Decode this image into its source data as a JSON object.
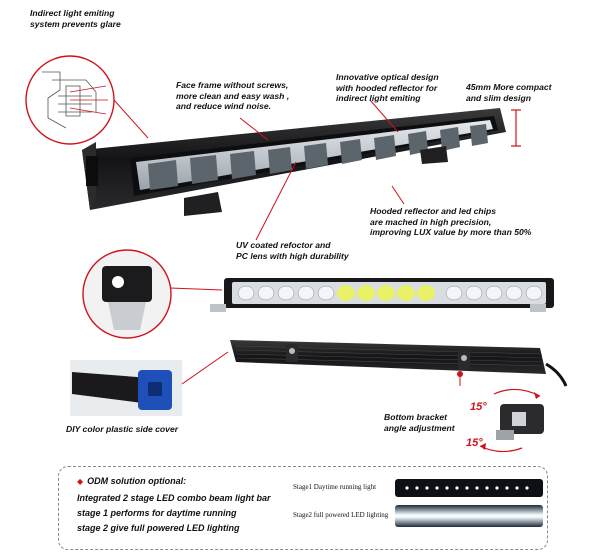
{
  "annotations": {
    "indirect": "Indirect light emiting\nsystem prevents glare",
    "face_frame": "Face frame without screws,\nmore clean and easy wash ,\nand reduce wind noise.",
    "innovative": "Innovative optical design\nwith hooded reflector for\nindirect light emiting",
    "compact": "45mm More compact\nand slim design",
    "hooded": "Hooded reflector and led chips\nare mached in high precision,\nimproving LUX value by more than 50%",
    "uv": "UV coated refoctor and\nPC lens with high durability",
    "diy": "DIY color plastic side cover",
    "bracket": "Bottom bracket\nangle adjustment",
    "angle_top": "15°",
    "angle_bottom": "15°"
  },
  "odm": {
    "title": "ODM solution optional:",
    "line1": "Integrated 2 stage LED combo beam light bar",
    "line2": "stage 1 performs for daytime running",
    "line3": "stage 2 give full powered LED lighting",
    "stage1_label": "Stage1 Daytime running light",
    "stage2_label": "Stage2 full powered LED lighting"
  },
  "colors": {
    "accent": "#d0121b",
    "bar_body": "#1c1c1e",
    "side_cover": "#1f4fb8"
  },
  "icons": {
    "diamond": "◆"
  }
}
